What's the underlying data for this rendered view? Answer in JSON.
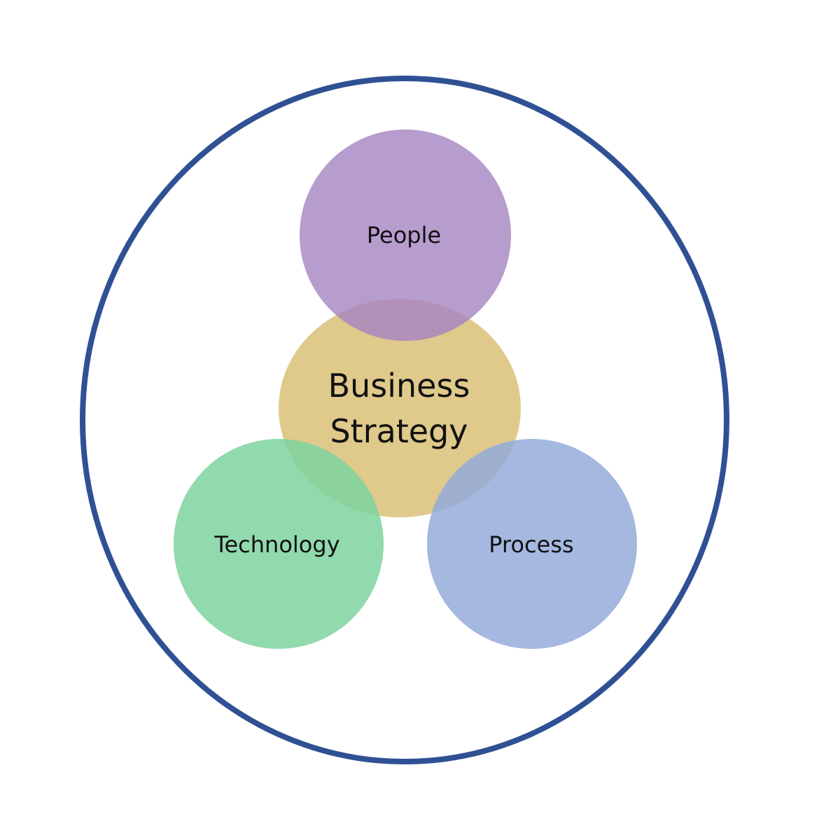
{
  "diagram": {
    "outer_border_color": "#2f5194",
    "circles": {
      "people": {
        "label": "People",
        "color": "#a583c2"
      },
      "business_strategy": {
        "label_line1": "Business",
        "label_line2": "Strategy",
        "color": "#d9bf77"
      },
      "technology": {
        "label": "Technology",
        "color": "#7ed3a0"
      },
      "process": {
        "label": "Process",
        "color": "#94acda"
      }
    }
  }
}
